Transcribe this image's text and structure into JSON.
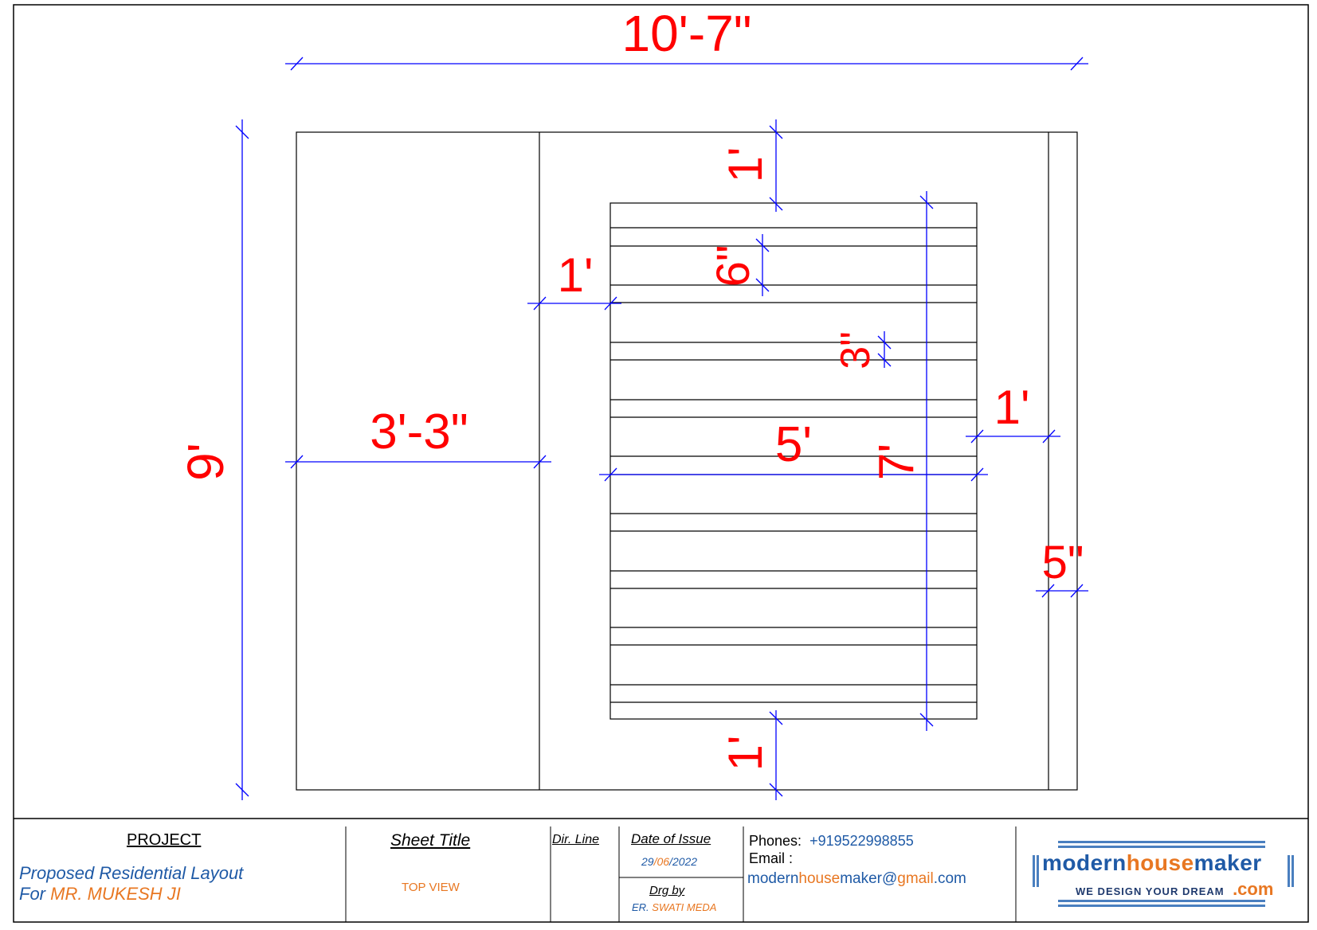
{
  "dimensions": {
    "overall_width": "10'-7\"",
    "overall_height": "9'",
    "left_panel_width": "3'-3\"",
    "top_gap": "1'",
    "left_gap": "1'",
    "right_gap": "1'",
    "bottom_gap": "1'",
    "louver_width": "5'",
    "louver_height": "7'",
    "slat_spacing": "6\"",
    "slat_depth": "3\"",
    "frame_depth": "5\""
  },
  "title_block": {
    "project_label": "PROJECT",
    "project_line1": "Proposed Residential Layout",
    "project_line2_prefix": "For ",
    "project_client": "MR. MUKESH JI",
    "sheet_title_label": "Sheet Title",
    "sheet_title_value": "TOP VIEW",
    "dir_line_label": "Dir. Line",
    "date_label": "Date of Issue",
    "date_day": "29",
    "date_sep1": "/",
    "date_month": "06",
    "date_sep2": "/",
    "date_year": "2022",
    "drawn_by_label": "Drg by",
    "drawn_by_prefix": "ER. ",
    "drawn_by_name": "SWATI MEDA",
    "phones_label": "Phones:",
    "phones_value": "+919522998855",
    "email_label": "Email :",
    "email_part1": "modern",
    "email_part2": "house",
    "email_part3": "maker@",
    "email_part4": "gmail",
    "email_part5": ".com"
  },
  "logo": {
    "word1": "modern",
    "word2": "house",
    "word3": "maker",
    "tagline": "WE DESIGN YOUR DREAM",
    "suffix": ".com"
  },
  "colors": {
    "dimension_text": "#ff0000",
    "dimension_line": "#0000ff",
    "drawing_line": "#000000",
    "accent_blue": "#1f5aa6",
    "accent_orange": "#e87722"
  }
}
